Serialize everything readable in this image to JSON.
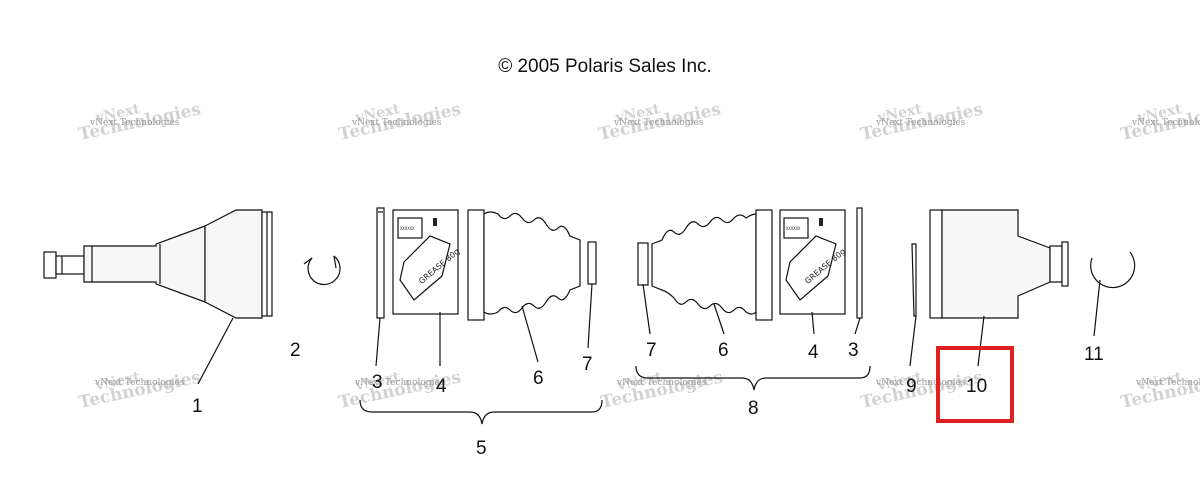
{
  "copyright": "© 2005 Polaris Sales Inc.",
  "watermark": {
    "line1": "vNext Technologies",
    "line2": "Technologies"
  },
  "callouts": {
    "c1": "1",
    "c2": "2",
    "c3a": "3",
    "c3b": "3",
    "c4a": "4",
    "c4b": "4",
    "c5": "5",
    "c6a": "6",
    "c6b": "6",
    "c7a": "7",
    "c7b": "7",
    "c8": "8",
    "c9": "9",
    "c10": "10",
    "c11": "11"
  },
  "grease_label": "GREASE 80g",
  "highlight": {
    "target": "10",
    "color": "#e02020"
  }
}
